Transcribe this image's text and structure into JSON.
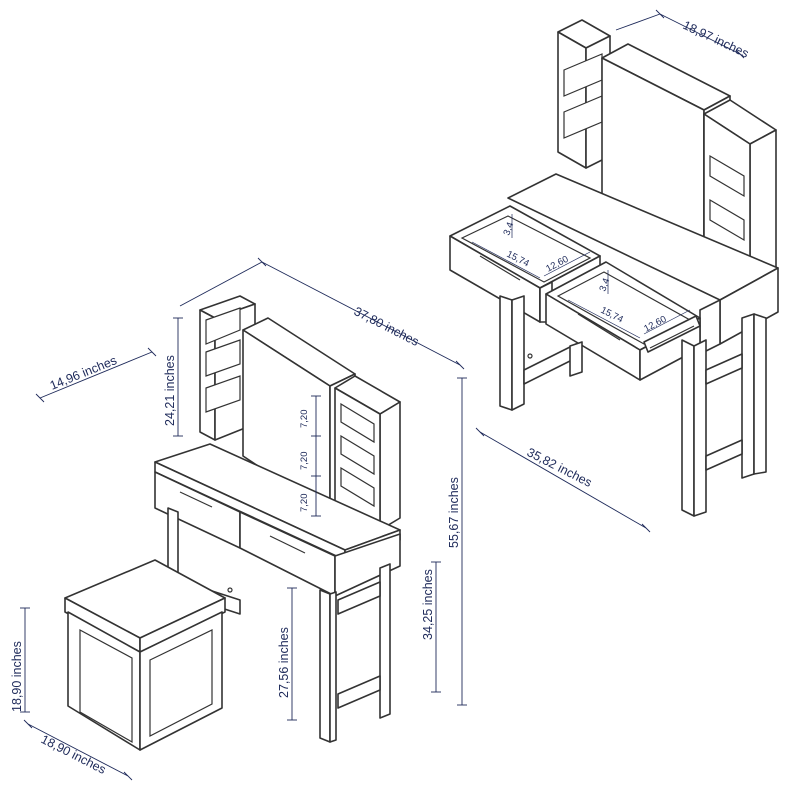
{
  "colors": {
    "line": "#333333",
    "dimension": "#1e2a5a"
  },
  "labels": {
    "top_width": "18,97 inches",
    "overall_width": "37,80 inches",
    "depth": "14,96 inches",
    "mirror_height": "24,21 inches",
    "shelf_1": "7,20",
    "shelf_2": "7,20",
    "shelf_3": "7,20",
    "overall_height": "55,67 inches",
    "table_height": "34,25 inches",
    "knee_height": "27,56 inches",
    "stool_height": "18,90 inches",
    "stool_width": "18,90 inches",
    "back_width": "35,82 inches",
    "drawer_left_depth": "3,4",
    "drawer_left_length": "15,74",
    "drawer_left_width": "12,60",
    "drawer_right_depth": "3,4",
    "drawer_right_length": "15,74",
    "drawer_right_width": "12,60"
  }
}
